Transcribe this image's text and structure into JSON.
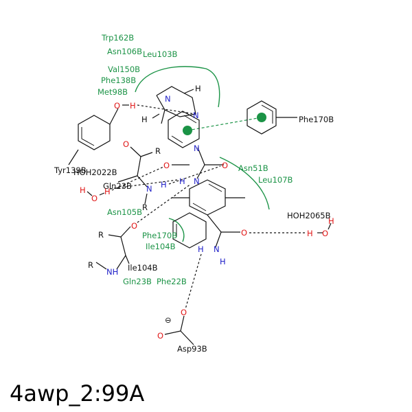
{
  "title": "4awp_2:99A",
  "residues": {
    "trp162": "Trp162B",
    "asn106": "Asn106B",
    "leu103": "Leu103B",
    "val150": "Val150B",
    "phe138": "Phe138B",
    "met98": "Met98B",
    "asn51": "Asn51B",
    "leu107": "Leu107B",
    "asn105": "Asn105B",
    "phe170a": "Phe170B",
    "ile104a": "Ile104B",
    "gln23a": "Gln23B",
    "phe22": "Phe22B"
  },
  "partners": {
    "phe170": "Phe170B",
    "tyr139": "Tyr139B",
    "hoh2022": "HOH2022B",
    "gln23": "Gln23B",
    "hoh2065": "HOH2065B",
    "ile104": "Ile104B",
    "asp93": "Asp93B"
  },
  "atoms": {
    "o": "O",
    "h": "H",
    "n": "N",
    "r": "R",
    "nh": "NH",
    "minus": "⊖"
  },
  "colors": {
    "hydrophobic": "#1b9346",
    "bond": "#111111",
    "oxygen": "#e01818",
    "nitrogen": "#2020c8"
  }
}
